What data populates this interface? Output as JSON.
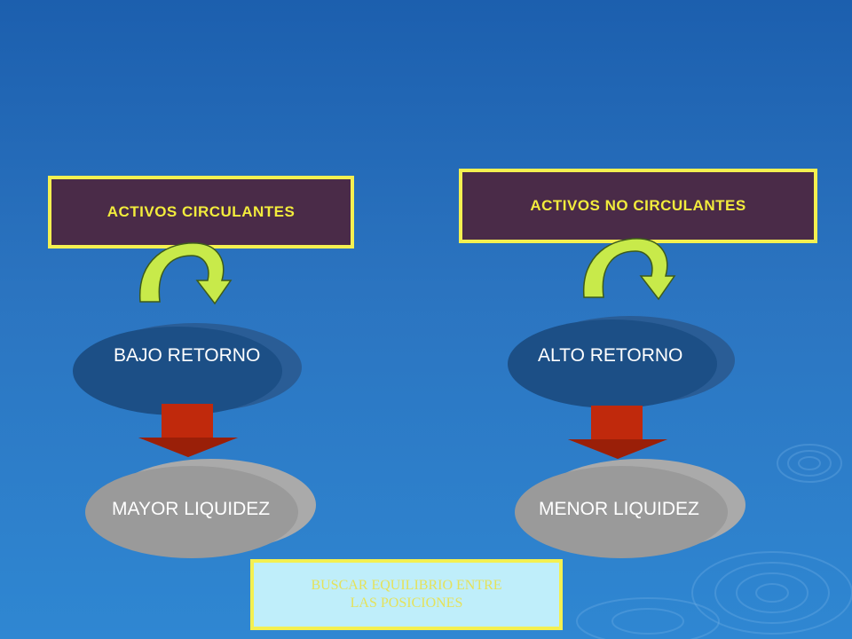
{
  "boxes": {
    "left": "ACTIVOS  CIRCULANTES",
    "right": "ACTIVOS  NO CIRCULANTES"
  },
  "returns": {
    "left": "BAJO RETORNO",
    "right": "ALTO RETORNO"
  },
  "liquidity": {
    "left": "MAYOR LIQUIDEZ",
    "right": "MENOR LIQUIDEZ"
  },
  "note": {
    "line1": "BUSCAR EQUILIBRIO ENTRE",
    "line2": "LAS POSICIONES"
  },
  "colors": {
    "background": "#2b74c0",
    "box_fill": "#4a2b48",
    "box_border": "#f4f050",
    "box_text": "#f2ec3c",
    "return_ellipse": "#1c4f86",
    "liquidity_ellipse": "#9a9a9a",
    "curved_arrow": "#c8ea4a",
    "down_arrow": "#c0290c",
    "note_fill": "#bfeefa"
  },
  "icons": [
    "curved-arrow-icon",
    "down-arrow-icon"
  ]
}
